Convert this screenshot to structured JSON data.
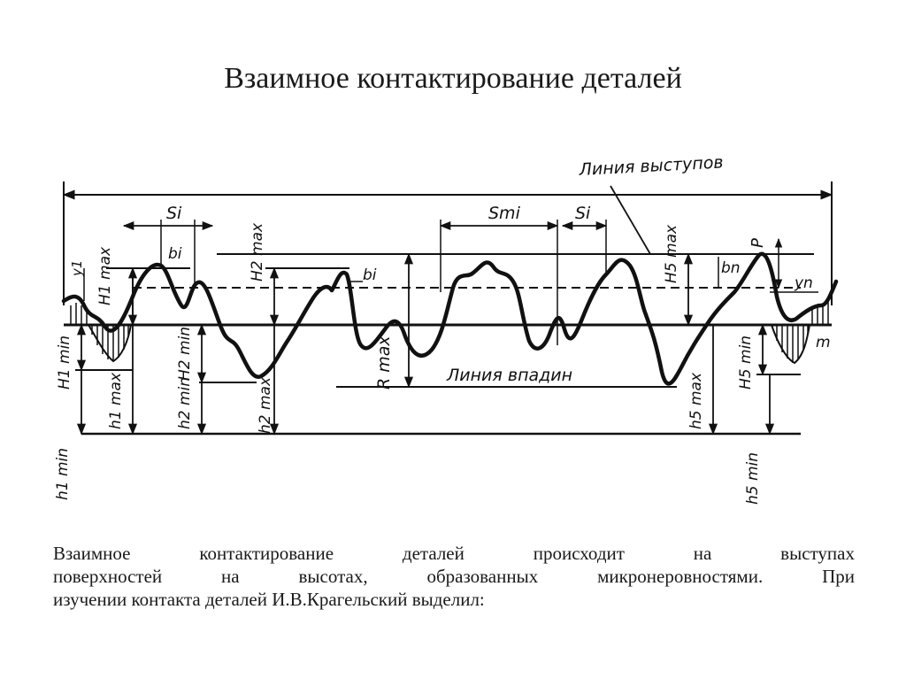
{
  "title": "Взаимное контактирование деталей",
  "diagram": {
    "labels": {
      "liniya_vystupov": "Линия выступов",
      "liniya_vpadin": "Линия впадин",
      "s_i_left": "Si",
      "s_mi": "Smi",
      "s_i_right": "Si",
      "b_i_left": "bi",
      "b_i_mid": "bi",
      "b_n": "bn",
      "y_1": "y1",
      "y_n": "yn",
      "p": "P",
      "m": "m",
      "H1max": "H1 max",
      "H1min": "H1 min",
      "h1max": "h1 max",
      "h1min": "h1 min",
      "H2max": "H2 max",
      "H2min": "H2 min",
      "h2min": "h2 min",
      "h2max": "h2 max",
      "Rmax": "R max",
      "H5max": "H5 max",
      "H5min": "H5 min",
      "h5max": "h5 max",
      "h5min": "h5 min"
    }
  },
  "body": {
    "line1": "Взаимное контактирование деталей происходит на выступах",
    "line2": "поверхностей на высотах, образованных микронеровностями. При",
    "line3": "изучении контакта деталей И.В.Крагельский выделил:"
  }
}
